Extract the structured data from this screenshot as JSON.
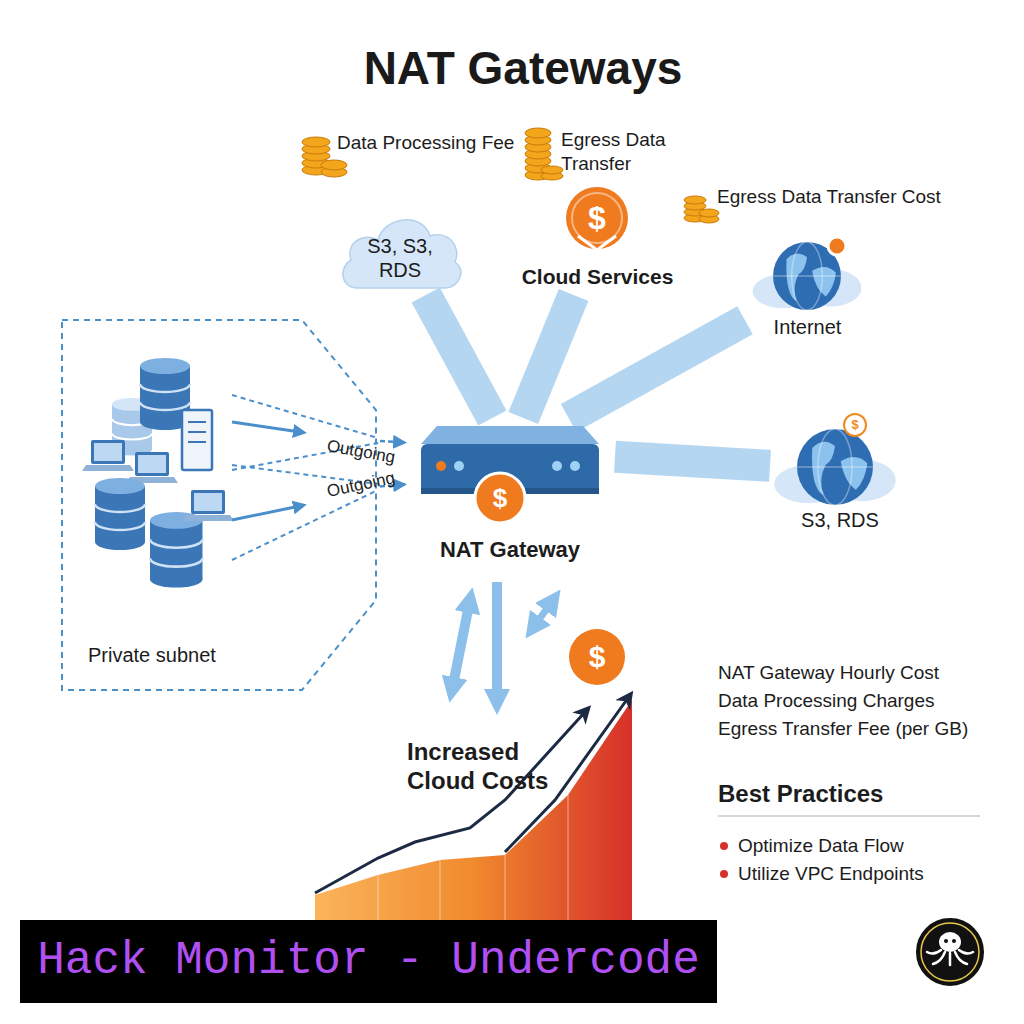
{
  "diagram": {
    "title": "NAT Gateways",
    "nodes": [
      {
        "text": [
          "S3, S3, RDS"
        ]
      },
      {
        "text": [
          "$",
          "Cloud Services"
        ]
      },
      {
        "text": [
          "Internet"
        ]
      },
      {
        "text": [
          "Private subnet"
        ]
      },
      {
        "text": [
          "$",
          "NAT Gateway"
        ]
      },
      {
        "text": [
          "$",
          "S3, RDS"
        ]
      }
    ],
    "edges": [
      {
        "from": 3,
        "to": 4,
        "label": "Outgoing",
        "arrow": "to"
      },
      {
        "from": 3,
        "to": 4,
        "label": "Outgoing",
        "arrow": "to"
      },
      {
        "from": 4,
        "to": 0,
        "arrow": "none"
      },
      {
        "from": 4,
        "to": 1,
        "arrow": "none"
      },
      {
        "from": 4,
        "to": 2,
        "arrow": "none"
      },
      {
        "from": 4,
        "to": 5,
        "arrow": "none"
      }
    ],
    "labels": [
      "Data Processing Fee",
      "Egress Data Transfer",
      "Egress Data Transfer Cost",
      "$",
      "Increased Cloud Costs",
      "NAT Gateway Hourly Cost",
      "Data Processing Charges",
      "Egress Transfer Fee (per GB)",
      "Best Practices",
      "Optimize Data Flow",
      "Utilize VPC Endpoints",
      "Hack Monitor - Undercode"
    ]
  }
}
